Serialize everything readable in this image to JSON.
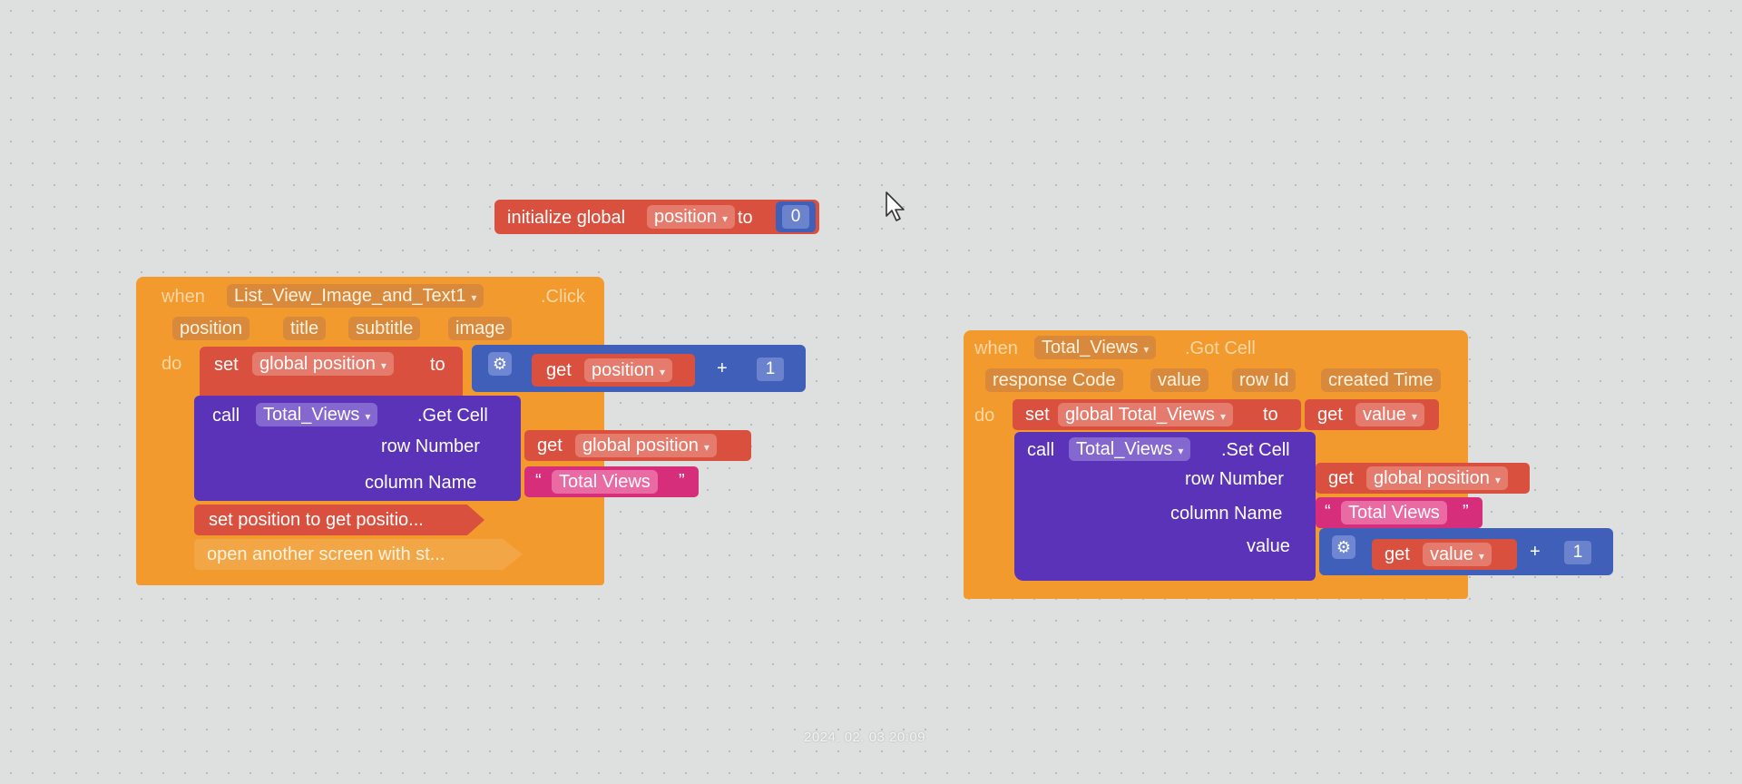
{
  "init_block": {
    "label": "initialize global",
    "var_name": "position",
    "to": "to",
    "value": "0"
  },
  "click_event": {
    "when": "when",
    "component": "List_View_Image_and_Text1",
    "event": ".Click",
    "params": [
      "position",
      "title",
      "subtitle",
      "image"
    ],
    "do": "do",
    "set_label": "set",
    "set_var": "global position",
    "set_to": "to",
    "get_label": "get",
    "get_var": "position",
    "plus": "+",
    "add_value": "1",
    "call_label": "call",
    "call_component": "Total_Views",
    "call_method": ".Get Cell",
    "row_number_label": "row Number",
    "row_get_label": "get",
    "row_get_var": "global position",
    "column_name_label": "column Name",
    "open_quote": "“",
    "column_value": "Total Views",
    "close_quote": "”",
    "collapsed_1": "set position to get positio...",
    "collapsed_2": "open another screen with st..."
  },
  "gotcell_event": {
    "when": "when",
    "component": "Total_Views",
    "event": ".Got Cell",
    "params": [
      "response Code",
      "value",
      "row Id",
      "created Time"
    ],
    "do": "do",
    "set_label": "set",
    "set_var": "global Total_Views",
    "set_to": "to",
    "get_label": "get",
    "get_var": "value",
    "call_label": "call",
    "call_component": "Total_Views",
    "call_method": ".Set Cell",
    "row_number_label": "row Number",
    "row_get_label": "get",
    "row_get_var": "global position",
    "column_name_label": "column Name",
    "open_quote": "“",
    "column_value": "Total Views",
    "close_quote": "”",
    "value_label": "value",
    "value_get_label": "get",
    "value_get_var": "value",
    "plus": "+",
    "add_value": "1"
  },
  "timestamp": "2024. 02. 03 20:09",
  "colors": {
    "event_orange": "#f29a2e",
    "variable_red": "#d9503f",
    "component_purple": "#5b33b8",
    "math_blue": "#3f5fb8",
    "text_pink": "#d62e7a",
    "workspace": "#dde0de"
  },
  "icons": [
    "gear-icon",
    "dropdown-arrow-icon",
    "mouse-cursor-icon"
  ]
}
